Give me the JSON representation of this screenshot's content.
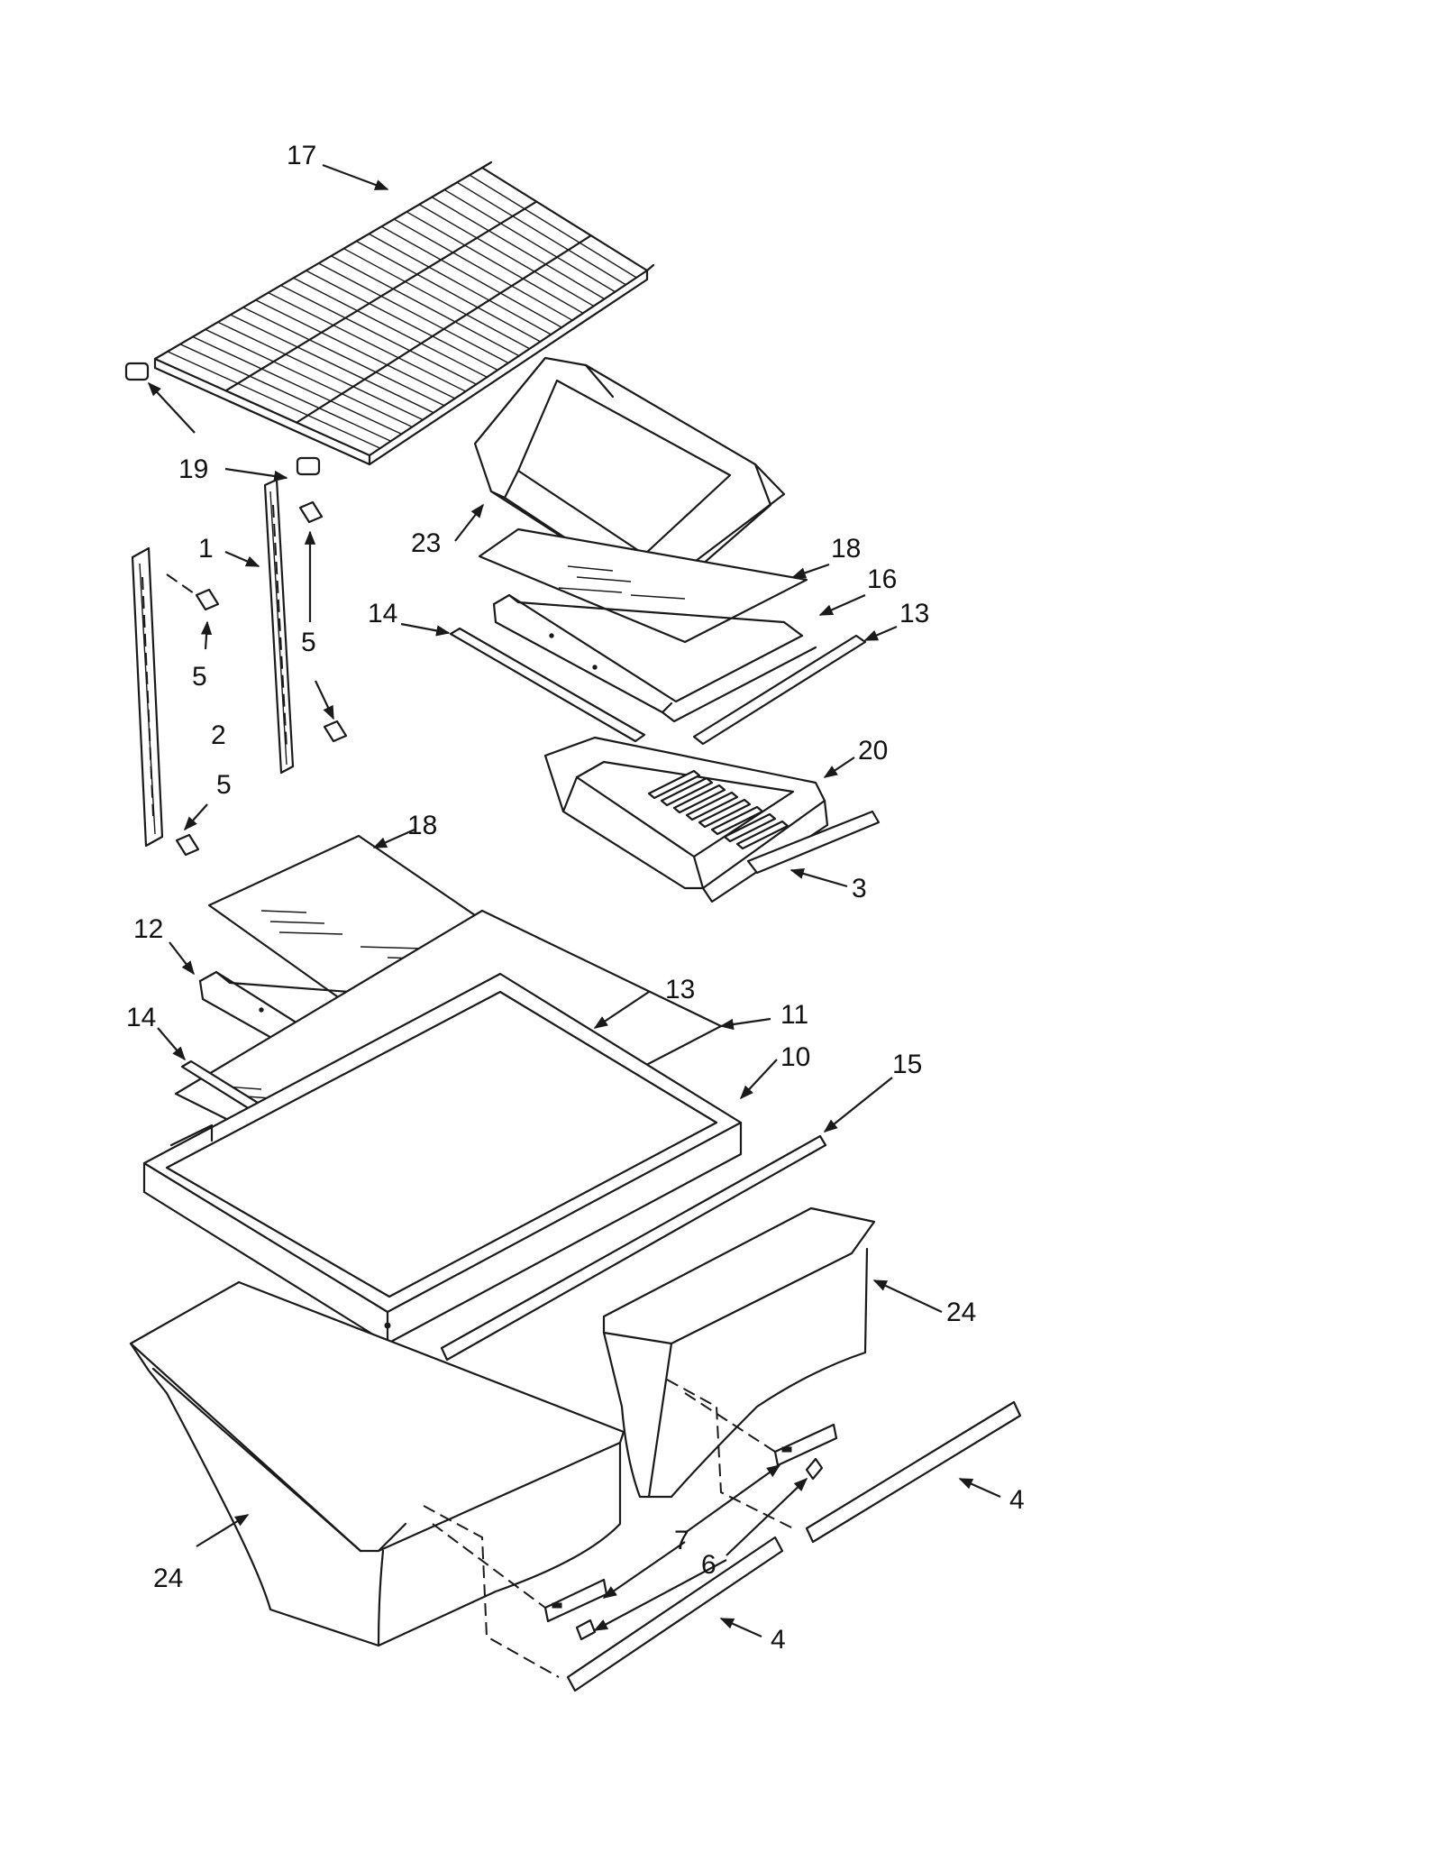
{
  "callouts": [
    {
      "id": "17",
      "label": "17"
    },
    {
      "id": "19",
      "label": "19"
    },
    {
      "id": "1",
      "label": "1"
    },
    {
      "id": "5a",
      "label": "5"
    },
    {
      "id": "5b",
      "label": "5"
    },
    {
      "id": "2",
      "label": "2"
    },
    {
      "id": "5c",
      "label": "5"
    },
    {
      "id": "23",
      "label": "23"
    },
    {
      "id": "18a",
      "label": "18"
    },
    {
      "id": "16",
      "label": "16"
    },
    {
      "id": "14a",
      "label": "14"
    },
    {
      "id": "13a",
      "label": "13"
    },
    {
      "id": "20",
      "label": "20"
    },
    {
      "id": "3",
      "label": "3"
    },
    {
      "id": "18b",
      "label": "18"
    },
    {
      "id": "12",
      "label": "12"
    },
    {
      "id": "13b",
      "label": "13"
    },
    {
      "id": "11",
      "label": "11"
    },
    {
      "id": "14b",
      "label": "14"
    },
    {
      "id": "10",
      "label": "10"
    },
    {
      "id": "15",
      "label": "15"
    },
    {
      "id": "24a",
      "label": "24"
    },
    {
      "id": "24b",
      "label": "24"
    },
    {
      "id": "7",
      "label": "7"
    },
    {
      "id": "6",
      "label": "6"
    },
    {
      "id": "4a",
      "label": "4"
    },
    {
      "id": "4b",
      "label": "4"
    }
  ],
  "colors": {
    "line": "#1a1a1a",
    "background": "#ffffff"
  }
}
